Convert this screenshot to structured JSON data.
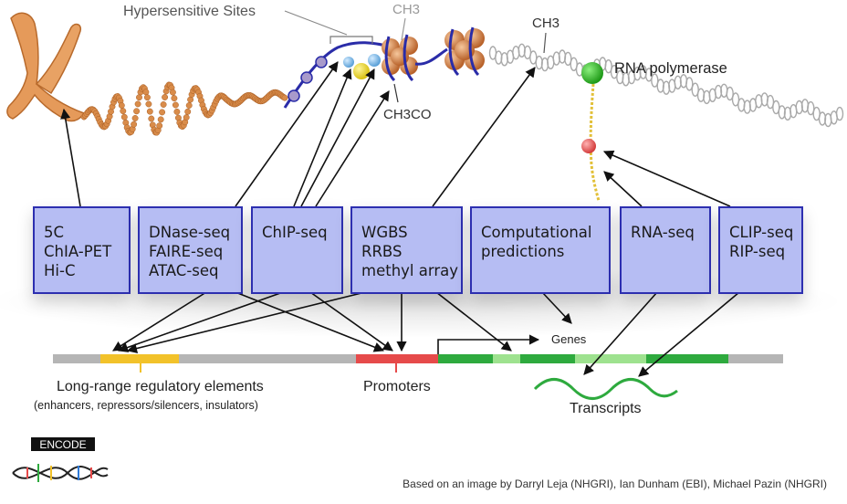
{
  "labels": {
    "hypersensitive_sites": "Hypersensitive Sites",
    "ch3_top": "CH3",
    "ch3_right": "CH3",
    "ch3co": "CH3CO",
    "rna_polymerase": "RNA polymerase",
    "genes": "Genes",
    "long_range": "Long-range regulatory elements",
    "long_range_sub": "(enhancers, repressors/silencers, insulators)",
    "promoters": "Promoters",
    "transcripts": "Transcripts",
    "encode": "ENCODE",
    "credit": "Based on an image by Darryl Leja (NHGRI), Ian Dunham (EBI), Michael Pazin (NHGRI)"
  },
  "boxes": [
    {
      "lines": [
        "5C",
        "ChIA-PET",
        "Hi-C"
      ]
    },
    {
      "lines": [
        "DNase-seq",
        "FAIRE-seq",
        "ATAC-seq"
      ]
    },
    {
      "lines": [
        "ChIP-seq"
      ]
    },
    {
      "lines": [
        "WGBS",
        "RRBS",
        "methyl array"
      ]
    },
    {
      "lines": [
        "Computational",
        "predictions"
      ]
    },
    {
      "lines": [
        "RNA-seq"
      ]
    },
    {
      "lines": [
        "CLIP-seq",
        "RIP-seq"
      ]
    }
  ],
  "colors": {
    "box_fill": "#b6bdf3",
    "box_border": "#2d2fb0",
    "chromatin": "#d98c4a",
    "enhancer": "#f2c22a",
    "promoter": "#e64a4a",
    "gene_dark": "#2eaa3e",
    "gene_light": "#9ee28f",
    "genome_bar": "#b5b5b5",
    "polymerase": "#36c12b"
  }
}
